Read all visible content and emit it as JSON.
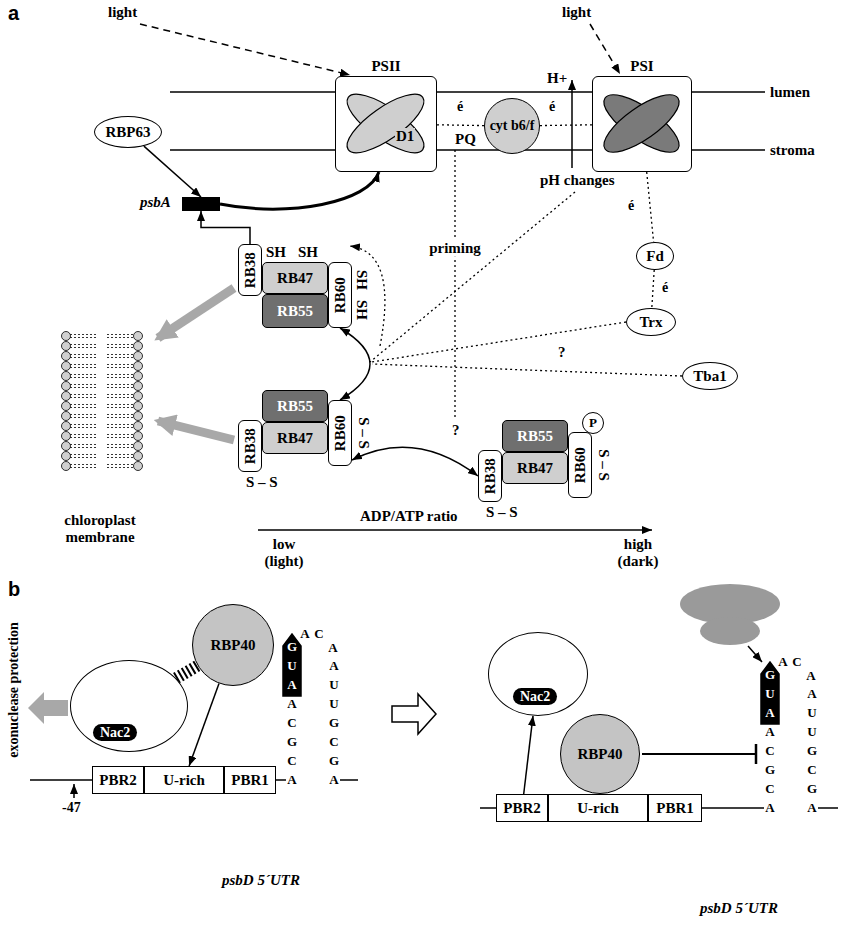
{
  "diagram": {
    "nodes": [
      {
        "text": [
          "PSII",
          "D1"
        ]
      },
      {
        "text": [
          "cyt b6/f"
        ]
      },
      {
        "text": [
          "PSI"
        ]
      },
      {
        "text": [
          "RBP63"
        ]
      },
      {
        "text": [
          "psbA"
        ]
      },
      {
        "text": [
          "Fd"
        ]
      },
      {
        "text": [
          "Trx"
        ]
      },
      {
        "text": [
          "Tba1"
        ]
      },
      {
        "text": [
          "RB38"
        ]
      },
      {
        "text": [
          "RB47"
        ]
      },
      {
        "text": [
          "RB55"
        ]
      },
      {
        "text": [
          "RB60"
        ]
      },
      {
        "text": [
          "RB55"
        ]
      },
      {
        "text": [
          "RB47"
        ]
      },
      {
        "text": [
          "RB38"
        ]
      },
      {
        "text": [
          "RB60"
        ]
      },
      {
        "text": [
          "RB55"
        ]
      },
      {
        "text": [
          "RB47"
        ]
      },
      {
        "text": [
          "RB38"
        ]
      },
      {
        "text": [
          "RB60"
        ]
      },
      {
        "text": [
          "P"
        ]
      },
      {
        "text": [
          "Nac2"
        ]
      },
      {
        "text": [
          "RBP40"
        ]
      },
      {
        "text": [
          "PBR2"
        ]
      },
      {
        "text": [
          "U-rich"
        ]
      },
      {
        "text": [
          "PBR1"
        ]
      },
      {
        "text": [
          "Nac2"
        ]
      },
      {
        "text": [
          "RBP40"
        ]
      },
      {
        "text": [
          "PBR2"
        ]
      },
      {
        "text": [
          "U-rich"
        ]
      },
      {
        "text": [
          "PBR1"
        ]
      }
    ],
    "edges": [
      {
        "from": 0,
        "to": 1,
        "arrow": "none"
      },
      {
        "from": 1,
        "to": 2,
        "arrow": "none"
      },
      {
        "from": 2,
        "to": 5,
        "arrow": "none"
      },
      {
        "from": 5,
        "to": 6,
        "arrow": "none"
      },
      {
        "from": 3,
        "to": 4,
        "arrow": "to"
      },
      {
        "from": 4,
        "to": 0,
        "arrow": "to"
      },
      {
        "from": 8,
        "to": 4,
        "arrow": "to"
      },
      {
        "from": 11,
        "to": 15,
        "arrow": "both"
      },
      {
        "from": 15,
        "to": 18,
        "arrow": "both"
      },
      {
        "from": 21,
        "to": 22,
        "arrow": "none"
      },
      {
        "from": 22,
        "to": 24,
        "arrow": "to"
      },
      {
        "from": 28,
        "to": 26,
        "arrow": "to"
      }
    ],
    "labels": [
      "a",
      "light",
      "light",
      "lumen",
      "stroma",
      "é",
      "PQ",
      "é",
      "H+",
      "pH changes",
      "é",
      "é",
      "priming",
      "?",
      "SH",
      "SH",
      "SH",
      "SH",
      "?",
      "S – S",
      "S – S",
      "S – S",
      "S – S",
      "chloroplast membrane",
      "ADP/ATP ratio",
      "low (light)",
      "high (dark)",
      "b",
      "exonuclease protection",
      "-47",
      "psbD 5´UTR",
      "psbD 5´UTR",
      "G",
      "U",
      "A",
      "A",
      "C",
      "G",
      "C",
      "A",
      "A",
      "C",
      "A",
      "A",
      "U",
      "U",
      "G",
      "C",
      "G",
      "A",
      "G",
      "U",
      "A",
      "A",
      "C",
      "G",
      "C",
      "A",
      "A",
      "C",
      "A",
      "A",
      "U",
      "U",
      "G",
      "C",
      "G",
      "A"
    ]
  }
}
